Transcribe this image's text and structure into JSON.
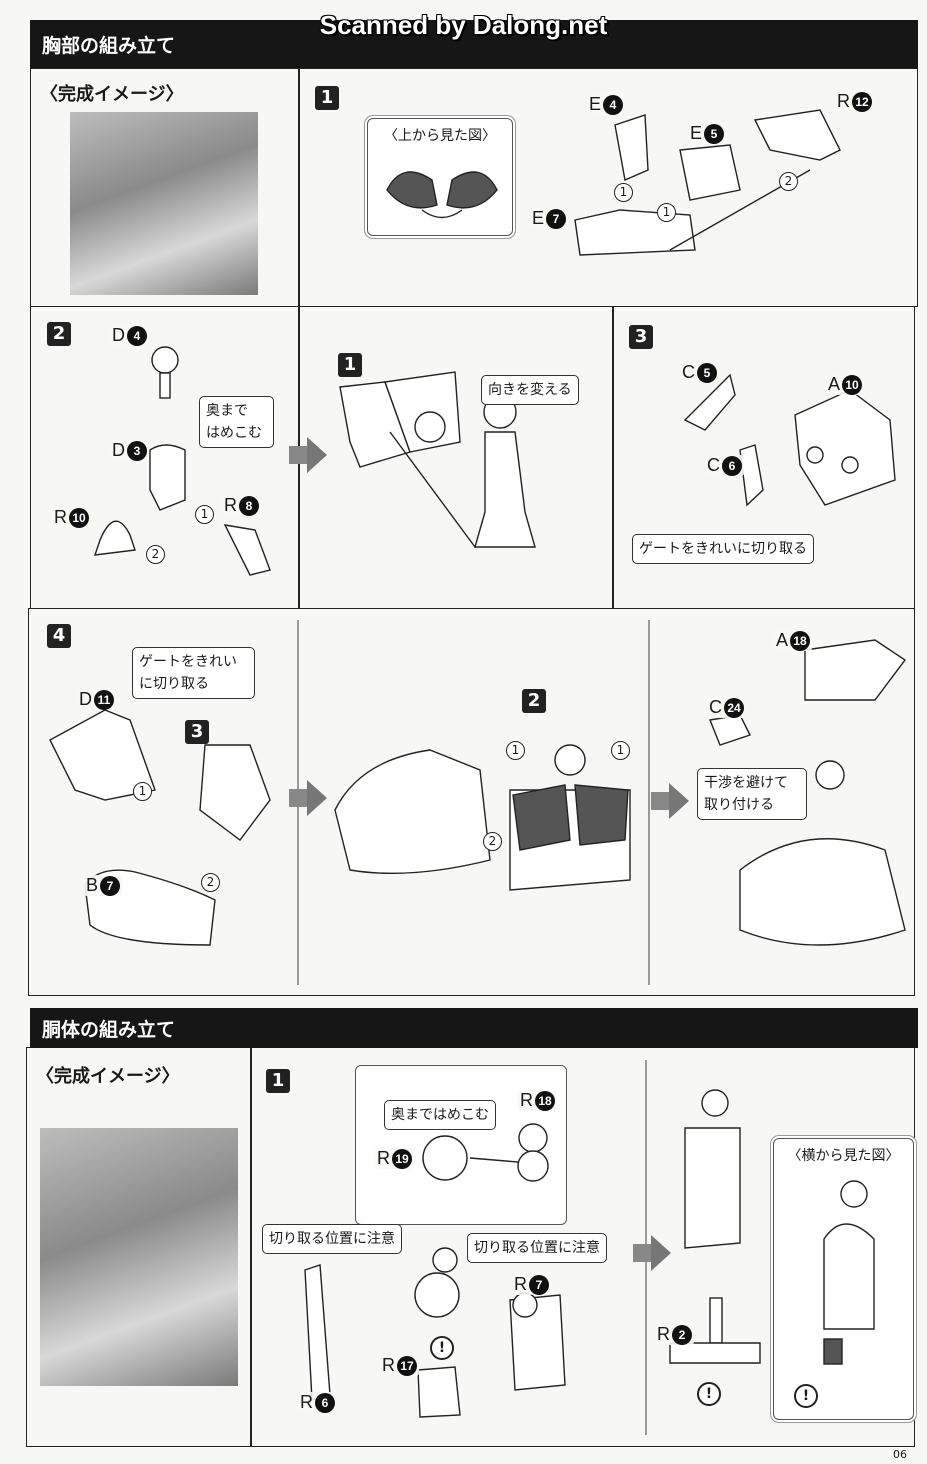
{
  "watermark": "Scanned by Dalong.net",
  "chest": {
    "title": "胸部の組み立て",
    "finished_label": "〈完成イメージ〉",
    "step1": {
      "num": "1",
      "inset_caption": "〈上から見た図〉",
      "parts": [
        {
          "letter": "E",
          "num": "4"
        },
        {
          "letter": "E",
          "num": "5"
        },
        {
          "letter": "R",
          "num": "12"
        },
        {
          "letter": "E",
          "num": "7"
        }
      ],
      "order": [
        "1",
        "1",
        "2"
      ]
    },
    "step2": {
      "num": "2",
      "callout": [
        "奥まで",
        "はめこむ"
      ],
      "parts": [
        {
          "letter": "D",
          "num": "4"
        },
        {
          "letter": "D",
          "num": "3"
        },
        {
          "letter": "R",
          "num": "8"
        },
        {
          "letter": "R",
          "num": "10"
        }
      ],
      "order": [
        "1",
        "2"
      ],
      "sub_num": "1",
      "sub_callout": "向きを変える"
    },
    "step3": {
      "num": "3",
      "callout": "ゲートをきれいに切り取る",
      "parts": [
        {
          "letter": "C",
          "num": "5"
        },
        {
          "letter": "A",
          "num": "10"
        },
        {
          "letter": "C",
          "num": "6"
        }
      ]
    },
    "step4": {
      "num": "4",
      "callout": [
        "ゲートをきれい",
        "に切り取る"
      ],
      "parts": [
        {
          "letter": "D",
          "num": "11"
        },
        {
          "letter": "B",
          "num": "7"
        },
        {
          "letter": "A",
          "num": "18"
        },
        {
          "letter": "C",
          "num": "24"
        }
      ],
      "sub3": "3",
      "sub2": "2",
      "order": [
        "1",
        "2",
        "2",
        "1",
        "1"
      ],
      "callout2": [
        "干渉を避けて",
        "取り付ける"
      ]
    }
  },
  "torso": {
    "title": "胴体の組み立て",
    "finished_label": "〈完成イメージ〉",
    "step1": {
      "num": "1",
      "callout_push": "奥まではめこむ",
      "callout_cut1": "切り取る位置に注意",
      "callout_cut2": "切り取る位置に注意",
      "side_caption": "〈横から見た図〉",
      "warning": "!",
      "parts": [
        {
          "letter": "R",
          "num": "18"
        },
        {
          "letter": "R",
          "num": "19"
        },
        {
          "letter": "R",
          "num": "7"
        },
        {
          "letter": "R",
          "num": "17"
        },
        {
          "letter": "R",
          "num": "6"
        },
        {
          "letter": "R",
          "num": "2"
        }
      ]
    }
  },
  "page_number": "06"
}
